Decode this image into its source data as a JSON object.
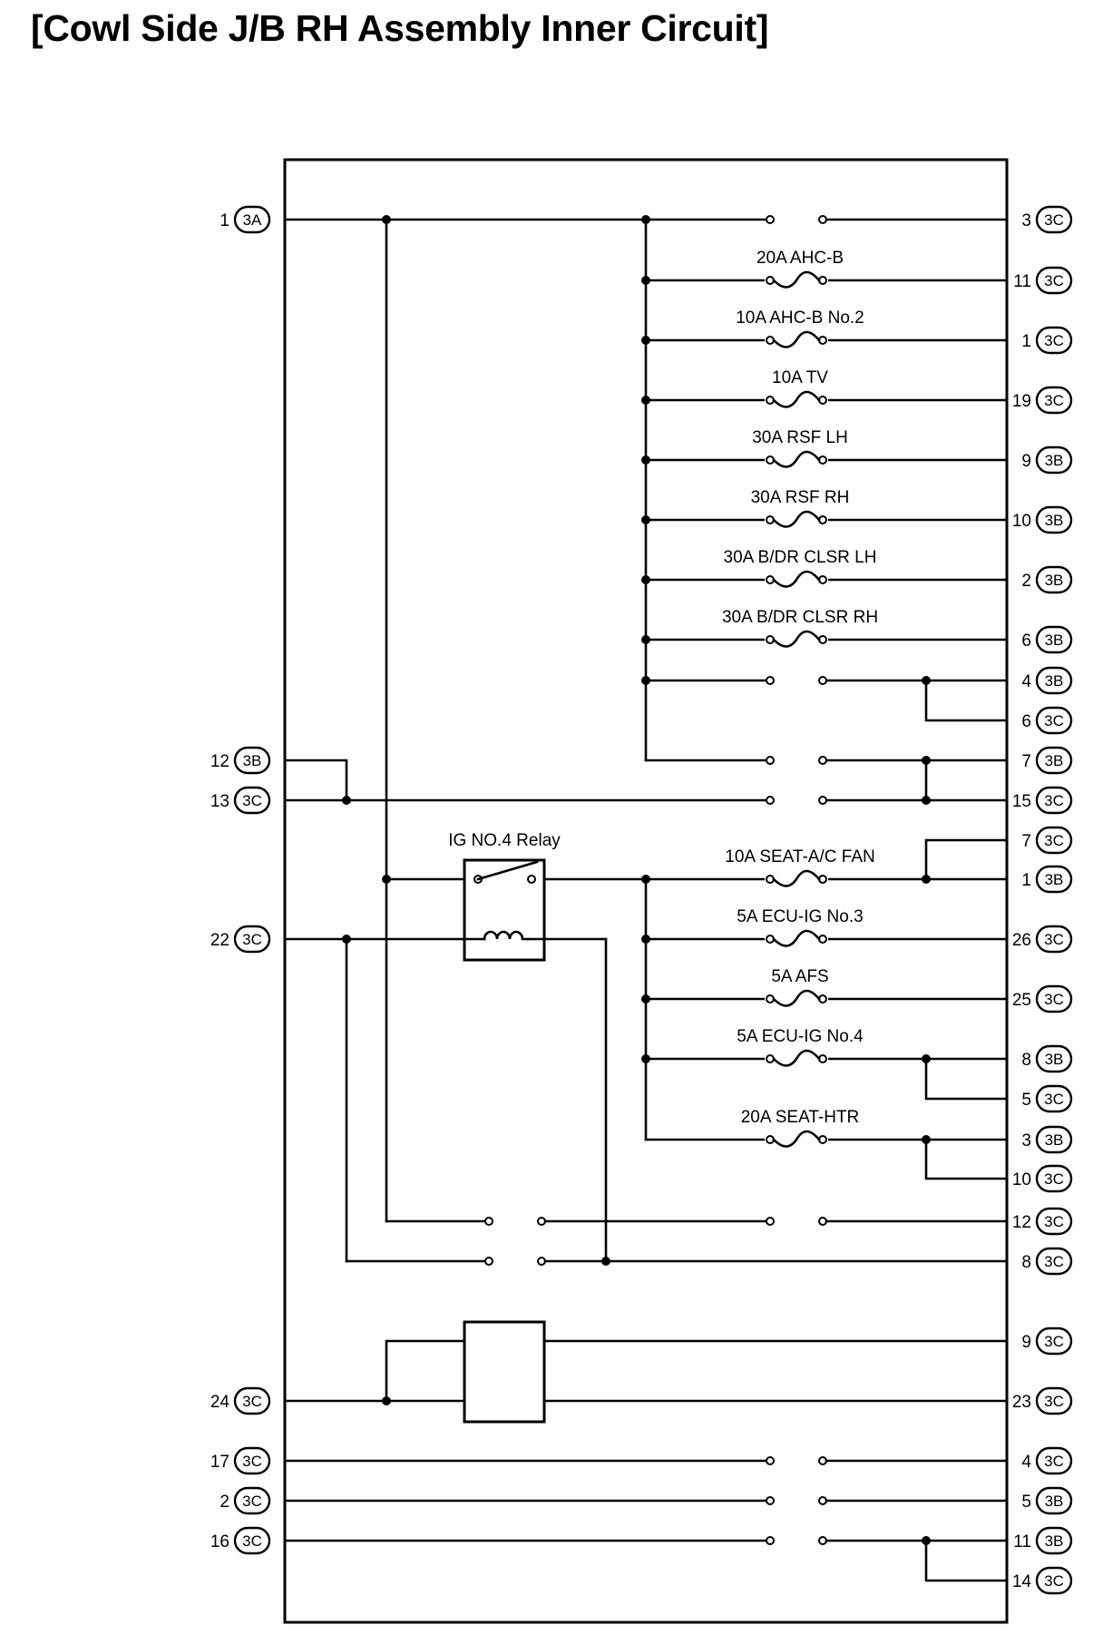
{
  "title": "[Cowl Side J/B RH Assembly Inner Circuit]",
  "relay_label": "IG NO.4 Relay",
  "fuses": [
    "20A AHC-B",
    "10A AHC-B No.2",
    "10A TV",
    "30A RSF LH",
    "30A RSF RH",
    "30A B/DR CLSR LH",
    "30A B/DR CLSR RH",
    "10A SEAT-A/C FAN",
    "5A ECU-IG No.3",
    "5A AFS",
    "5A ECU-IG No.4",
    "20A SEAT-HTR"
  ],
  "left_terminals": [
    {
      "pin": "1",
      "conn": "3A"
    },
    {
      "pin": "12",
      "conn": "3B"
    },
    {
      "pin": "13",
      "conn": "3C"
    },
    {
      "pin": "22",
      "conn": "3C"
    },
    {
      "pin": "24",
      "conn": "3C"
    },
    {
      "pin": "17",
      "conn": "3C"
    },
    {
      "pin": "2",
      "conn": "3C"
    },
    {
      "pin": "16",
      "conn": "3C"
    }
  ],
  "right_terminals": [
    {
      "pin": "3",
      "conn": "3C"
    },
    {
      "pin": "11",
      "conn": "3C"
    },
    {
      "pin": "1",
      "conn": "3C"
    },
    {
      "pin": "19",
      "conn": "3C"
    },
    {
      "pin": "9",
      "conn": "3B"
    },
    {
      "pin": "10",
      "conn": "3B"
    },
    {
      "pin": "2",
      "conn": "3B"
    },
    {
      "pin": "6",
      "conn": "3B"
    },
    {
      "pin": "4",
      "conn": "3B"
    },
    {
      "pin": "6",
      "conn": "3C"
    },
    {
      "pin": "7",
      "conn": "3B"
    },
    {
      "pin": "15",
      "conn": "3C"
    },
    {
      "pin": "7",
      "conn": "3C"
    },
    {
      "pin": "1",
      "conn": "3B"
    },
    {
      "pin": "26",
      "conn": "3C"
    },
    {
      "pin": "25",
      "conn": "3C"
    },
    {
      "pin": "8",
      "conn": "3B"
    },
    {
      "pin": "5",
      "conn": "3C"
    },
    {
      "pin": "3",
      "conn": "3B"
    },
    {
      "pin": "10",
      "conn": "3C"
    },
    {
      "pin": "12",
      "conn": "3C"
    },
    {
      "pin": "8",
      "conn": "3C"
    },
    {
      "pin": "9",
      "conn": "3C"
    },
    {
      "pin": "23",
      "conn": "3C"
    },
    {
      "pin": "4",
      "conn": "3C"
    },
    {
      "pin": "5",
      "conn": "3B"
    },
    {
      "pin": "11",
      "conn": "3B"
    },
    {
      "pin": "14",
      "conn": "3C"
    }
  ]
}
